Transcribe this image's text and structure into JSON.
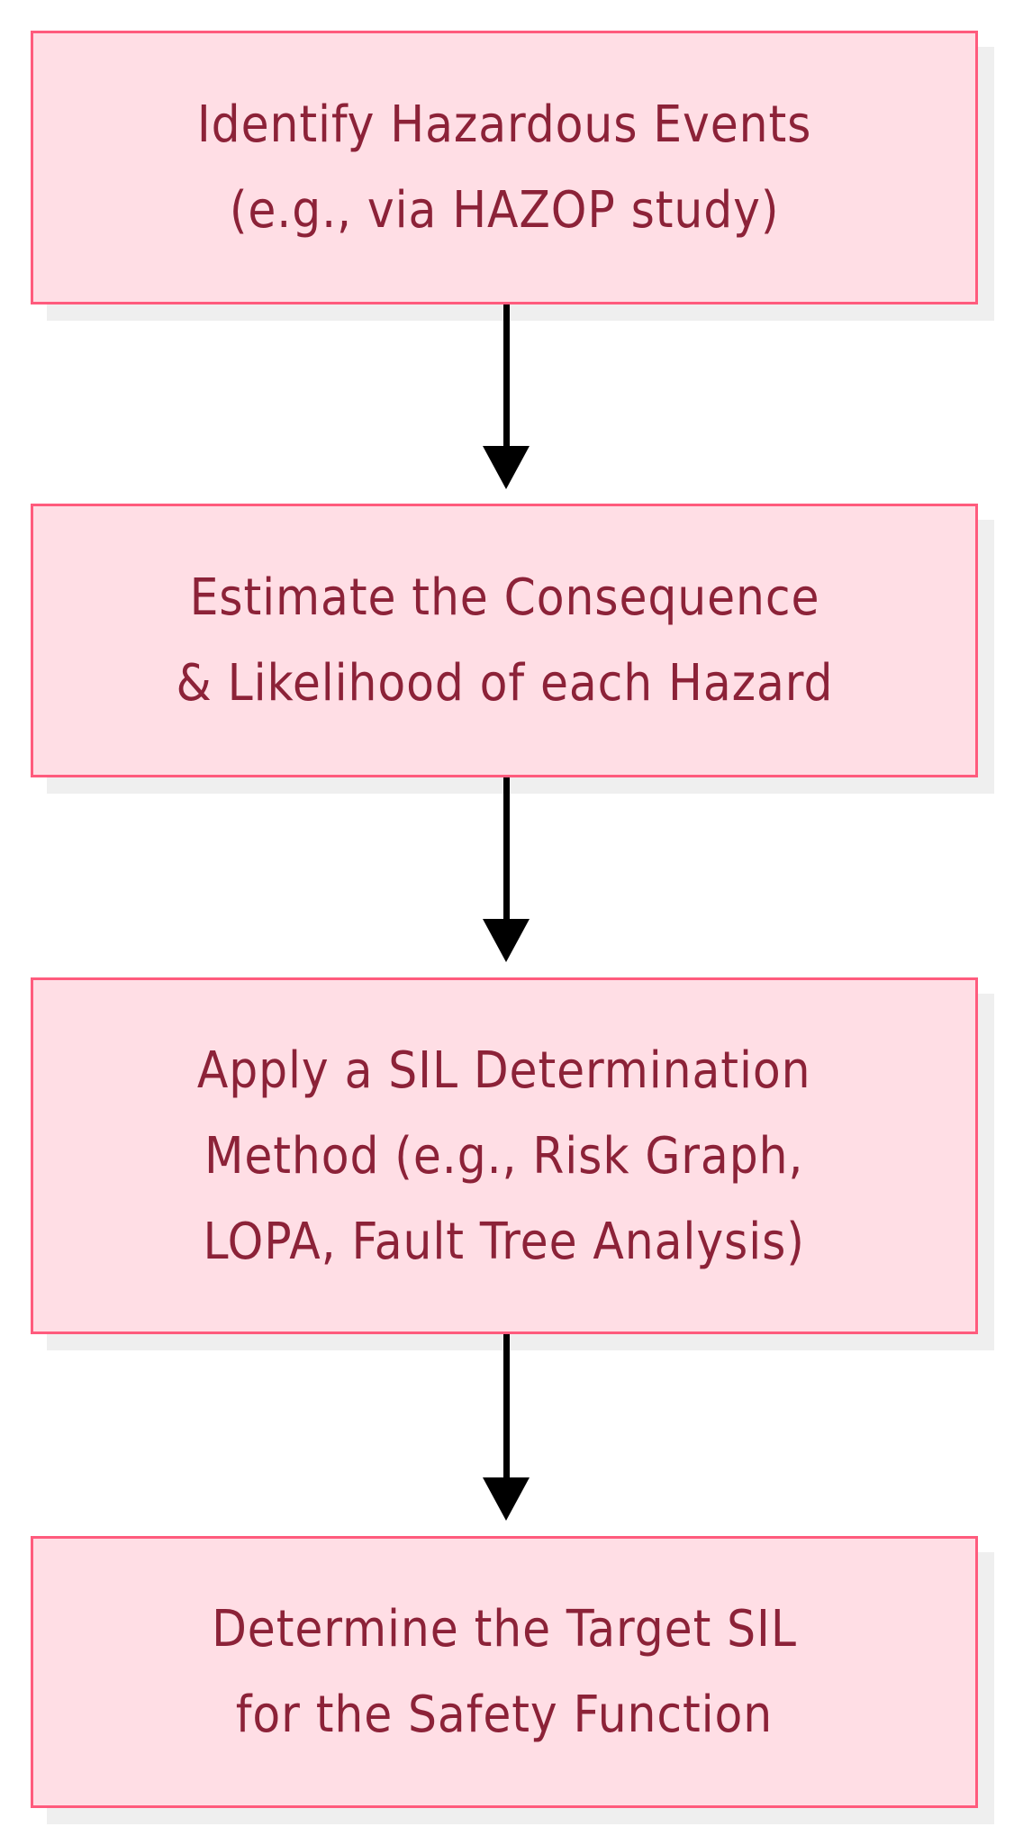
{
  "diagram": {
    "type": "flowchart",
    "direction": "top-to-bottom",
    "colors": {
      "node_fill": "#ffdee5",
      "node_border": "#ff5b7d",
      "node_text": "#8c2238",
      "shadow": "#efefef",
      "edge": "#000000"
    },
    "nodes": [
      {
        "id": "n1",
        "label": "Identify Hazardous Events\n(e.g., via HAZOP study)"
      },
      {
        "id": "n2",
        "label": "Estimate the Consequence\n& Likelihood of each Hazard"
      },
      {
        "id": "n3",
        "label": "Apply a SIL Determination\nMethod (e.g., Risk Graph,\nLOPA, Fault Tree Analysis)"
      },
      {
        "id": "n4",
        "label": "Determine the Target SIL\nfor the Safety Function"
      }
    ],
    "edges": [
      {
        "from": "n1",
        "to": "n2"
      },
      {
        "from": "n2",
        "to": "n3"
      },
      {
        "from": "n3",
        "to": "n4"
      }
    ]
  }
}
